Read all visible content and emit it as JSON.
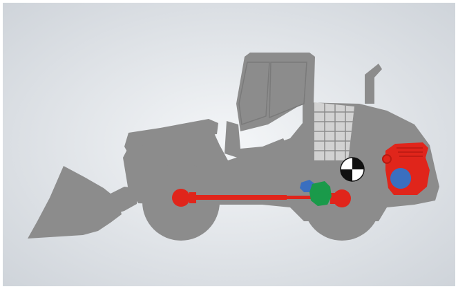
{
  "diagram": {
    "subject": "wheel-loader-drivetrain-cutaway",
    "colors": {
      "background_center": "#f4f6f8",
      "background_edge": "#cfd4da",
      "body": "#8c8c8c",
      "body_dark": "#7a7a7a",
      "grille": "#d2d2d2",
      "grille_line": "#8c8c8c",
      "drivetrain_red": "#e0251b",
      "transmission_green": "#1a9a4a",
      "pump_blue": "#3a6fc0",
      "cog_black": "#111111",
      "cog_white": "#ffffff"
    },
    "components": {
      "engine": "red-engine-block",
      "turbo": "blue-circle",
      "transmission": "green-gearbox",
      "hydraulic_pump": "blue-pump",
      "driveshaft": "red-shaft",
      "front_axle": "red-front-axle-hub",
      "rear_axle": "red-rear-axle-hub",
      "center_of_gravity": "black-white-cog-marker"
    }
  }
}
